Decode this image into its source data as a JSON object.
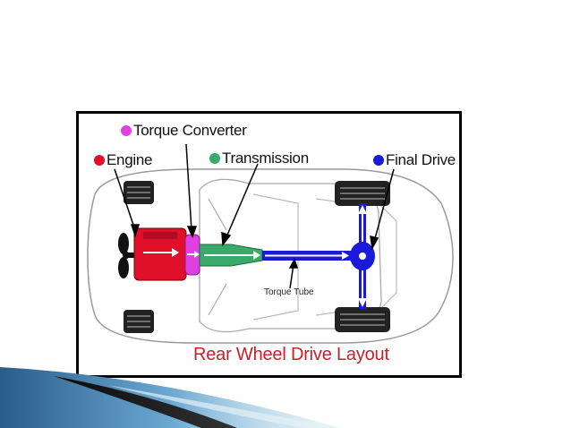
{
  "diagram": {
    "labels": {
      "torque_converter": "Torque Converter",
      "engine": "Engine",
      "transmission": "Transmission",
      "final_drive": "Final Drive",
      "torque_tube": "Torque Tube"
    },
    "caption": "Rear Wheel Drive Layout",
    "colors": {
      "engine": "#e0102a",
      "torque_converter": "#e040e0",
      "transmission": "#3aaa6a",
      "final_drive": "#1a1ad8",
      "caption": "#c8202a"
    }
  }
}
